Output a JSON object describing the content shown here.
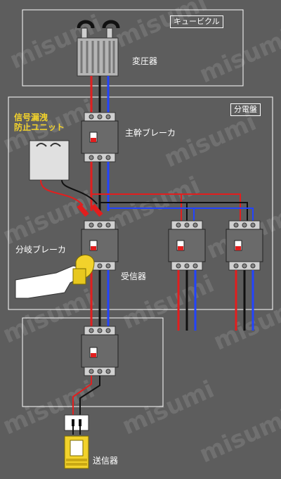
{
  "labels": {
    "cubicle": "キュービクル",
    "transformer": "変圧器",
    "panel": "分電盤",
    "ground_unit": "信号漏洩\n防止ユニット",
    "main_breaker": "主幹ブレーカ",
    "branch_breaker": "分岐ブレーカ",
    "receiver": "受信器",
    "transmitter": "送信器"
  },
  "watermark": "misumi",
  "colors": {
    "background": "#5d5d5d",
    "line_red": "#e21e1e",
    "line_blue": "#2244ff",
    "line_black": "#111111",
    "label_yellow": "#f2d22b",
    "border_white": "#ffffff"
  }
}
